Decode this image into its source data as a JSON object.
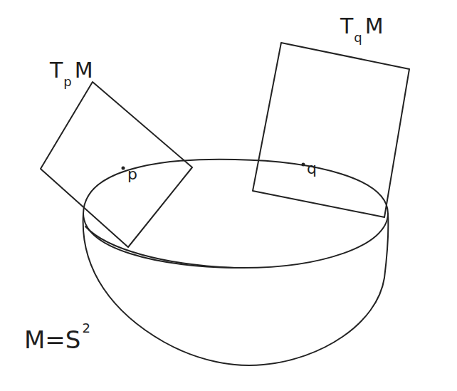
{
  "diagram": {
    "labels": [
      "T",
      "p",
      "M",
      "p",
      "T",
      "q",
      "M",
      "q",
      "M=S",
      "2"
    ]
  }
}
